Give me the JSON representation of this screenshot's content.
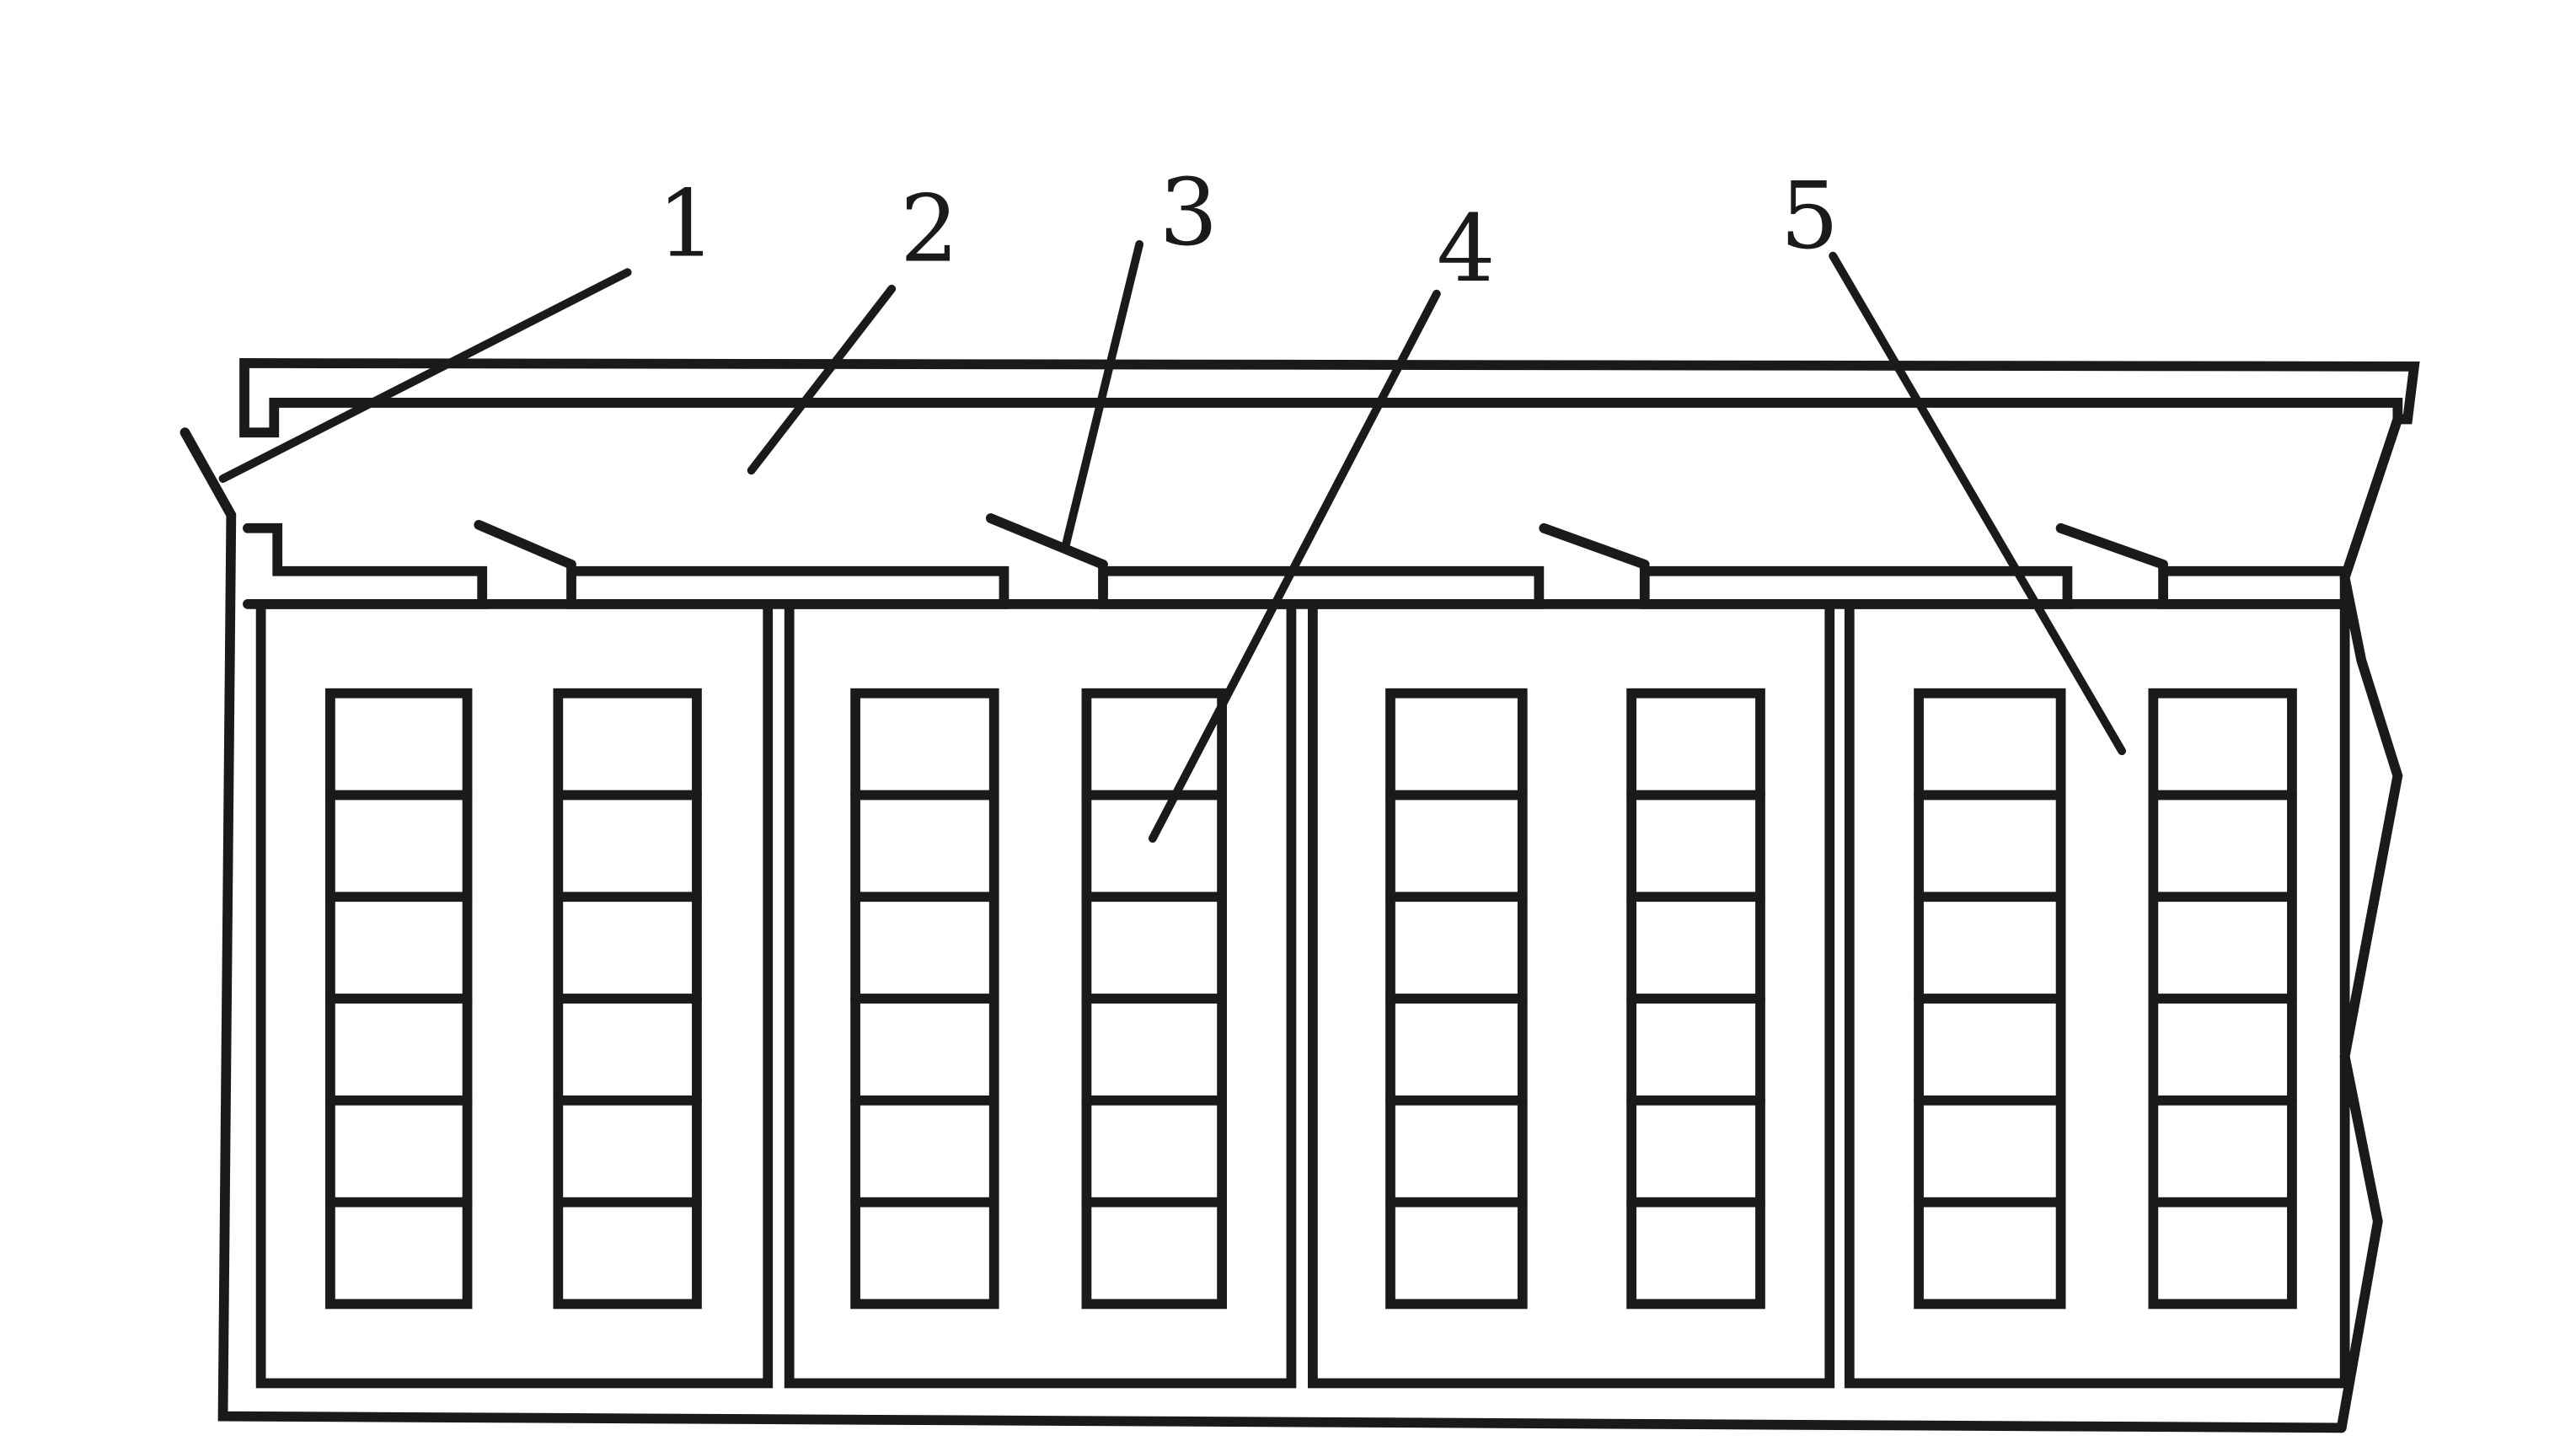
{
  "labels": [
    {
      "id": "1",
      "text": "1"
    },
    {
      "id": "2",
      "text": "2"
    },
    {
      "id": "3",
      "text": "3"
    },
    {
      "id": "4",
      "text": "4"
    },
    {
      "id": "5",
      "text": "5"
    }
  ],
  "structure": {
    "chambers": 4,
    "racks_per_chamber": 2,
    "tiers_per_rack": 6
  },
  "colors": {
    "line": "#1a1a1a",
    "background": "#ffffff"
  }
}
